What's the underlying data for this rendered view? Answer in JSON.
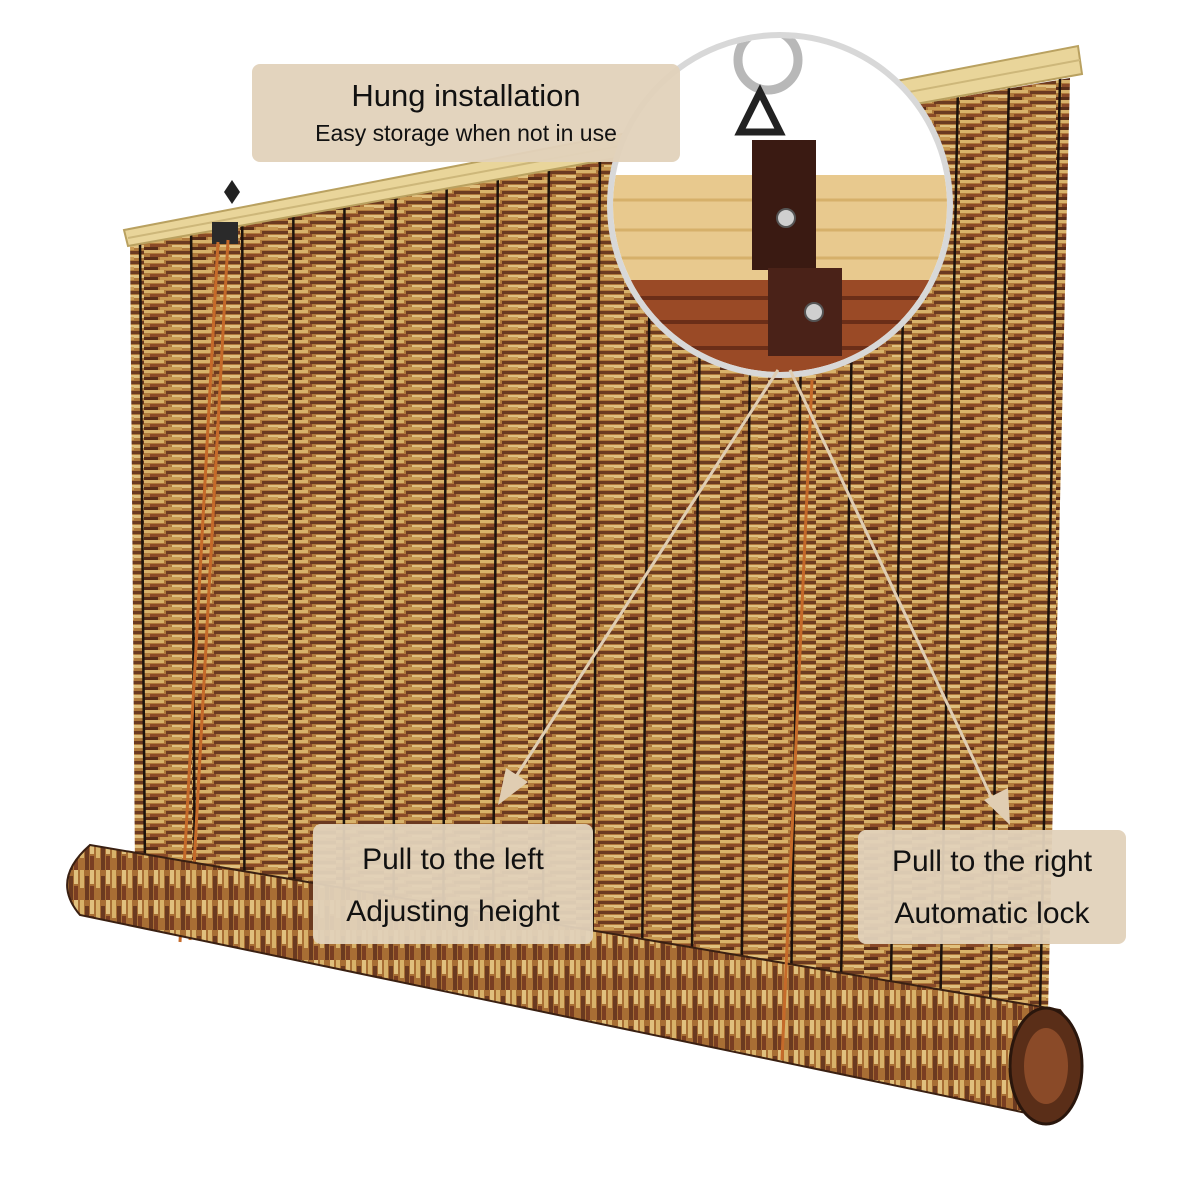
{
  "callouts": {
    "top": {
      "title": "Hung installation",
      "subtitle": "Easy storage when not in use"
    },
    "left": {
      "line1": "Pull to the left",
      "line2": "Adjusting height"
    },
    "right": {
      "line1": "Pull to the right",
      "line2": "Automatic lock"
    }
  },
  "colors": {
    "reed_light": "#c8a25a",
    "reed_dark": "#6b3a20",
    "binding_string": "#1c120c",
    "bamboo_rod": "#e9d59a",
    "callout_bg": "#e2d2ba",
    "pointer_arrow": "#e0cdb2"
  }
}
